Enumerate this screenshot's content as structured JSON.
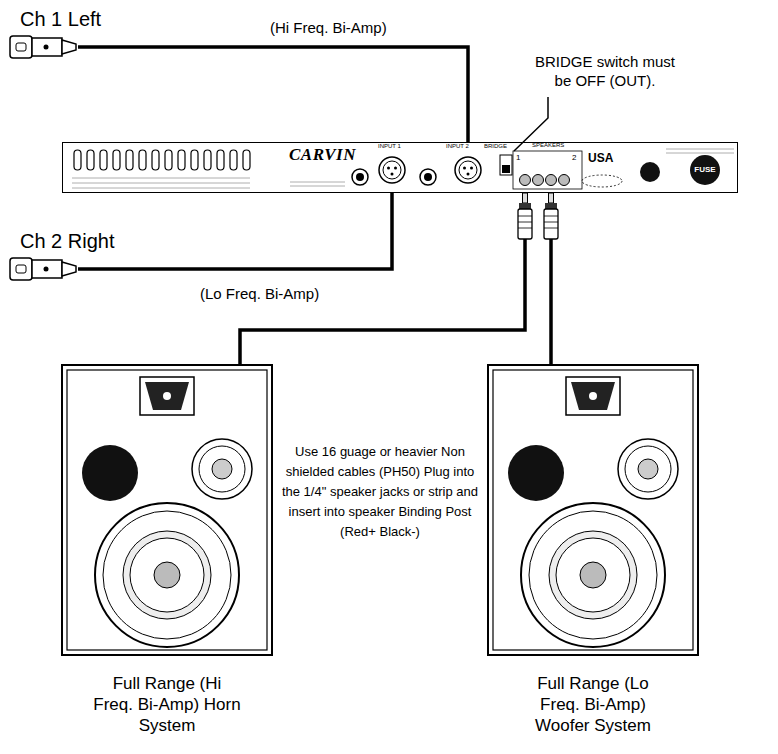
{
  "diagram": {
    "nodes": [
      {
        "text": [
          "Ch 1 Left"
        ]
      },
      {
        "text": [
          "CARVIN"
        ]
      },
      {
        "text": [
          "Ch 2 Right"
        ]
      },
      {
        "text": [
          "Full Range (Hi Freq. Bi-Amp) Horn System"
        ]
      },
      {
        "text": [
          "Full Range (Lo Freq. Bi-Amp) Woofer System"
        ]
      }
    ],
    "edges": [
      {
        "from": 0,
        "to": 1,
        "arrow": "none",
        "label": "(Hi Freq. Bi-Amp)"
      },
      {
        "from": 2,
        "to": 1,
        "arrow": "none",
        "label": "(Lo Freq. Bi-Amp)"
      },
      {
        "from": 1,
        "to": 3,
        "arrow": "none"
      },
      {
        "from": 1,
        "to": 4,
        "arrow": "none"
      }
    ],
    "labels": [
      "BRIDGE switch must be OFF (OUT).",
      "Use 16 guage or heavier Non shielded cables (PH50) Plug into the 1/4\" speaker jacks or strip and insert into speaker Binding Post (Red+ Black-)",
      "INPUT 1",
      "INPUT 2",
      "BRIDGE",
      "SPEAKERS",
      "1",
      "2",
      "USA",
      "FUSE"
    ]
  }
}
